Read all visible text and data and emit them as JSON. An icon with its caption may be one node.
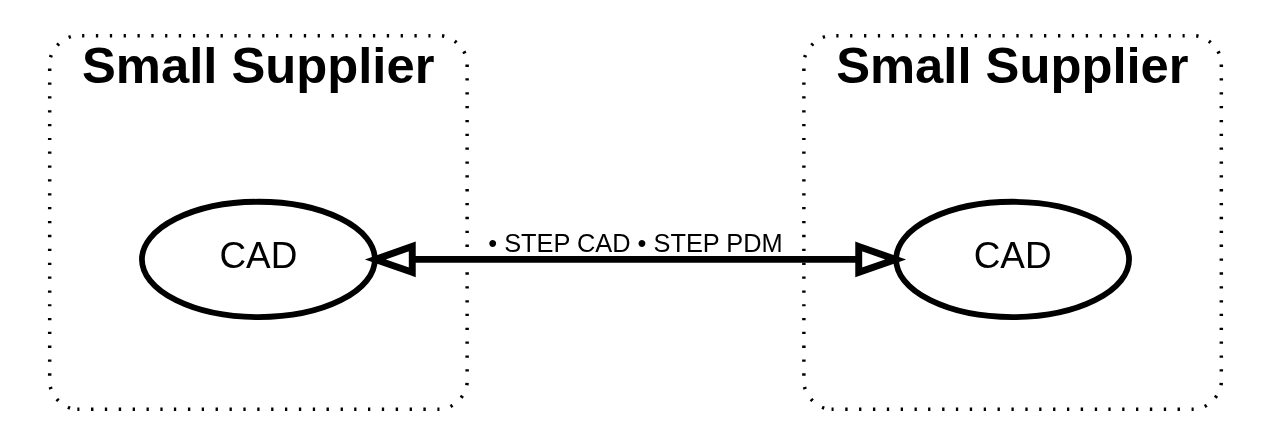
{
  "diagram": {
    "nodes": [
      {
        "text": [
          "Small Supplier"
        ]
      },
      {
        "text": [
          "CAD"
        ],
        "in": 0
      },
      {
        "text": [
          "Small Supplier"
        ]
      },
      {
        "text": [
          "CAD"
        ],
        "in": 2
      }
    ],
    "edges": [
      {
        "from": 1,
        "to": 3,
        "arrow": "both",
        "label": "• STEP CAD • STEP PDM"
      }
    ]
  }
}
